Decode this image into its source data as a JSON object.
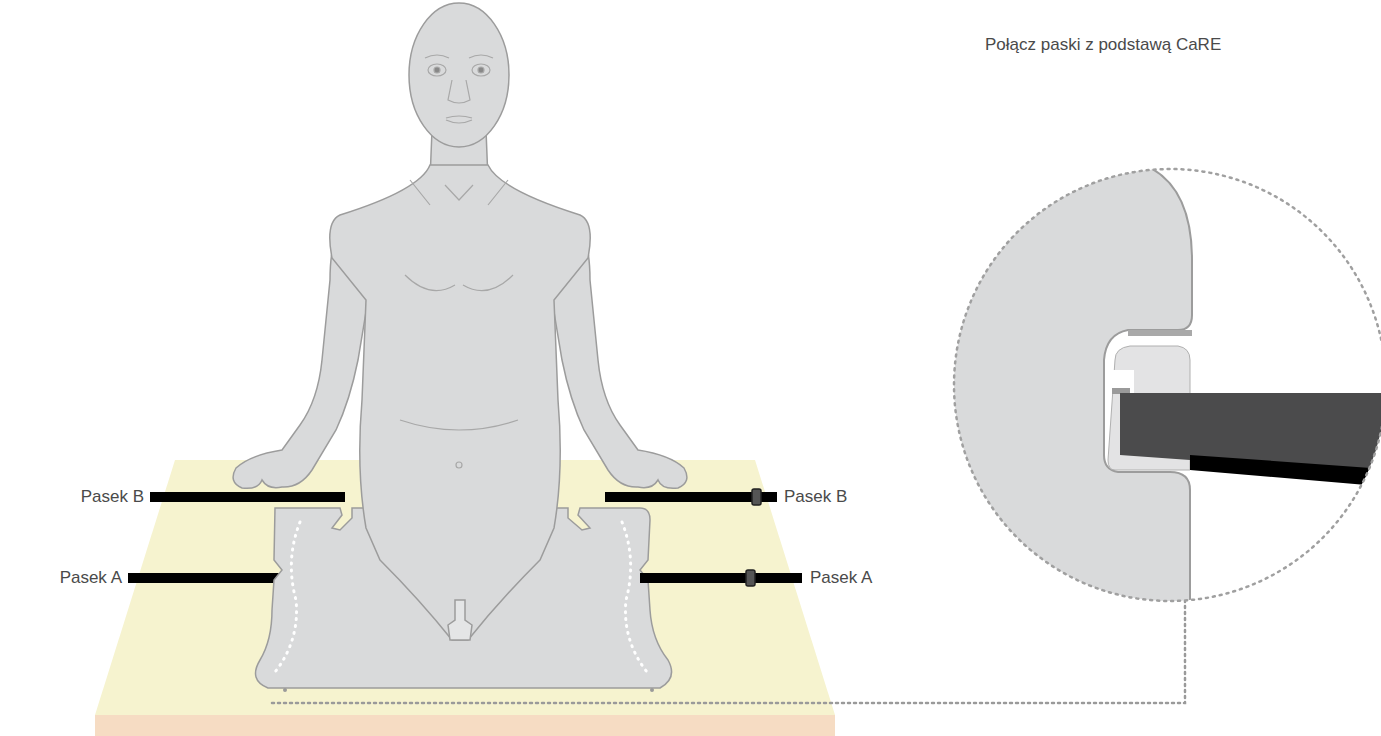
{
  "diagram": {
    "labels": [
      "Połącz paski z podstawą CaRE",
      "Pasek B",
      "Pasek B",
      "Pasek A",
      "Pasek A"
    ]
  }
}
